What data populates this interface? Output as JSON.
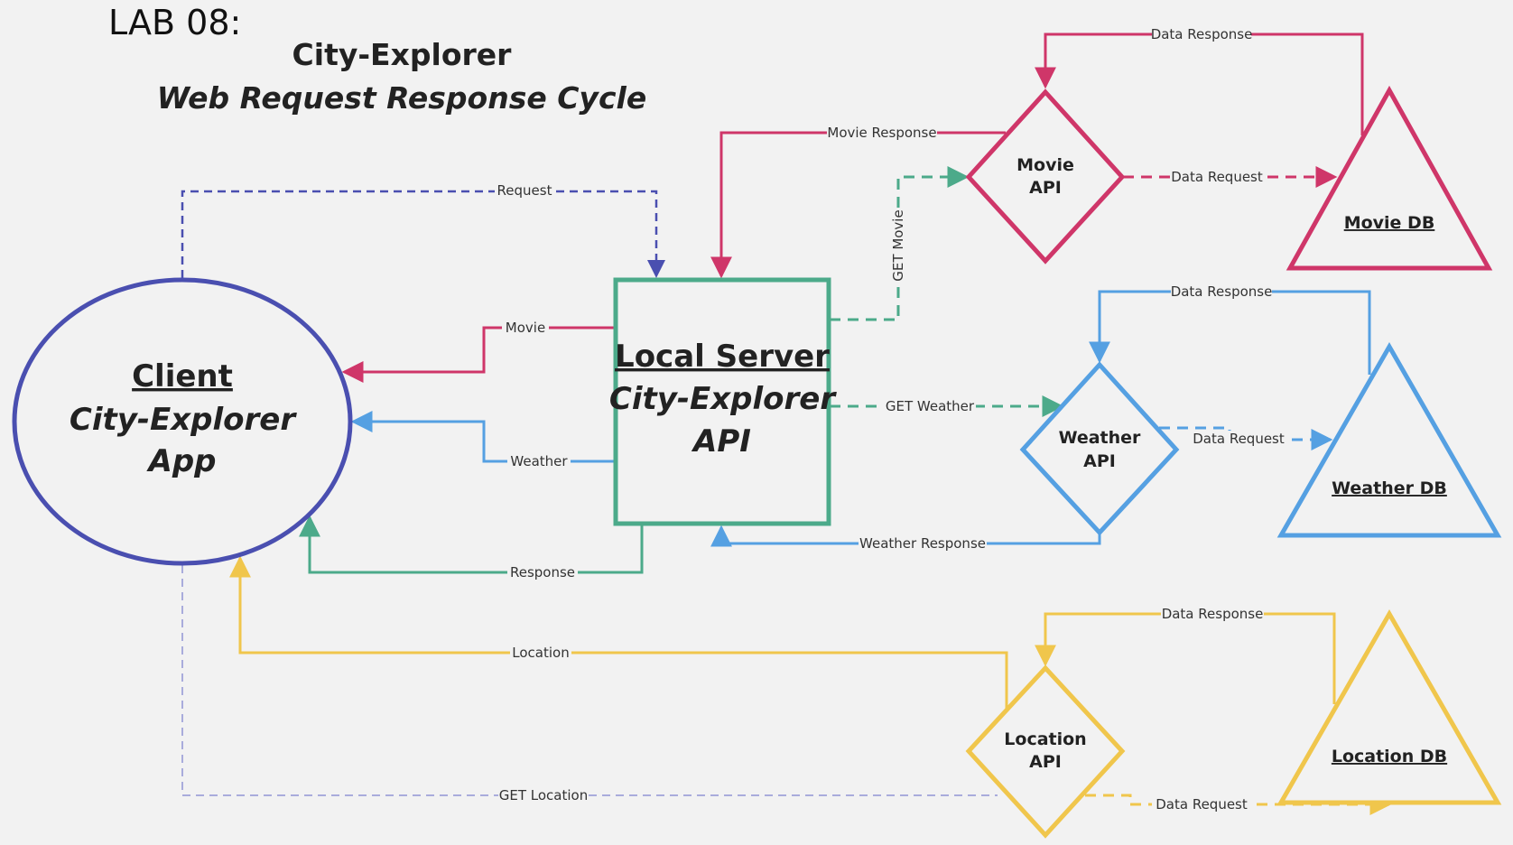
{
  "header": {
    "lab": "LAB 08:",
    "title": "City-Explorer",
    "subtitle": "Web Request Response Cycle"
  },
  "colors": {
    "background": "#f2f2f2",
    "client": "#4a4fb0",
    "server": "#4caa8a",
    "movie": "#cf3669",
    "weather": "#55a0e2",
    "location": "#f0c64c",
    "text": "#222222"
  },
  "nodes": {
    "client": {
      "line1": "Client",
      "line2": "City-Explorer",
      "line3": "App"
    },
    "server": {
      "line1": "Local Server",
      "line2": "City-Explorer",
      "line3": "API"
    },
    "movie_api": {
      "line1": "Movie",
      "line2": "API"
    },
    "weather_api": {
      "line1": "Weather",
      "line2": "API"
    },
    "location_api": {
      "line1": "Location",
      "line2": "API"
    },
    "movie_db": {
      "label": "Movie DB"
    },
    "weather_db": {
      "label": "Weather DB"
    },
    "location_db": {
      "label": "Location DB"
    }
  },
  "edges": {
    "request": "Request",
    "movie": "Movie",
    "weather": "Weather",
    "response": "Response",
    "location": "Location",
    "get_location": "GET Location",
    "movie_response": "Movie Response",
    "get_movie": "GET Movie",
    "get_weather": "GET Weather",
    "weather_response": "Weather Response",
    "movie_data_response": "Data Response",
    "movie_data_request": "Data Request",
    "weather_data_response": "Data Response",
    "weather_data_request": "Data Request",
    "location_data_response": "Data Response",
    "location_data_request": "Data Request"
  }
}
